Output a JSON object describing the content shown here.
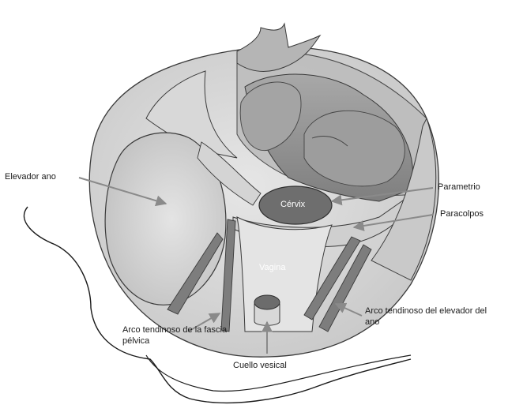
{
  "labels": {
    "elevador_ano": "Elevador ano",
    "parametrio": "Parametrio",
    "paracolpos": "Paracolpos",
    "arco_elevador": "Arco tendinoso del elevador del ano",
    "arco_fascia": "Arco tendinoso de la fascia pélvica",
    "cuello_vesical": "Cuello vesical",
    "cervix": "Cérvix",
    "vagina": "Vagina"
  },
  "colors": {
    "outline": "#3a3a3a",
    "outer_shell": "#d2d2d2",
    "inner_wall": "#b9b9b9",
    "deep_fill": "#8f8f8f",
    "cervix_fill": "#6e6e6e",
    "arrow": "#8a8a8a"
  }
}
